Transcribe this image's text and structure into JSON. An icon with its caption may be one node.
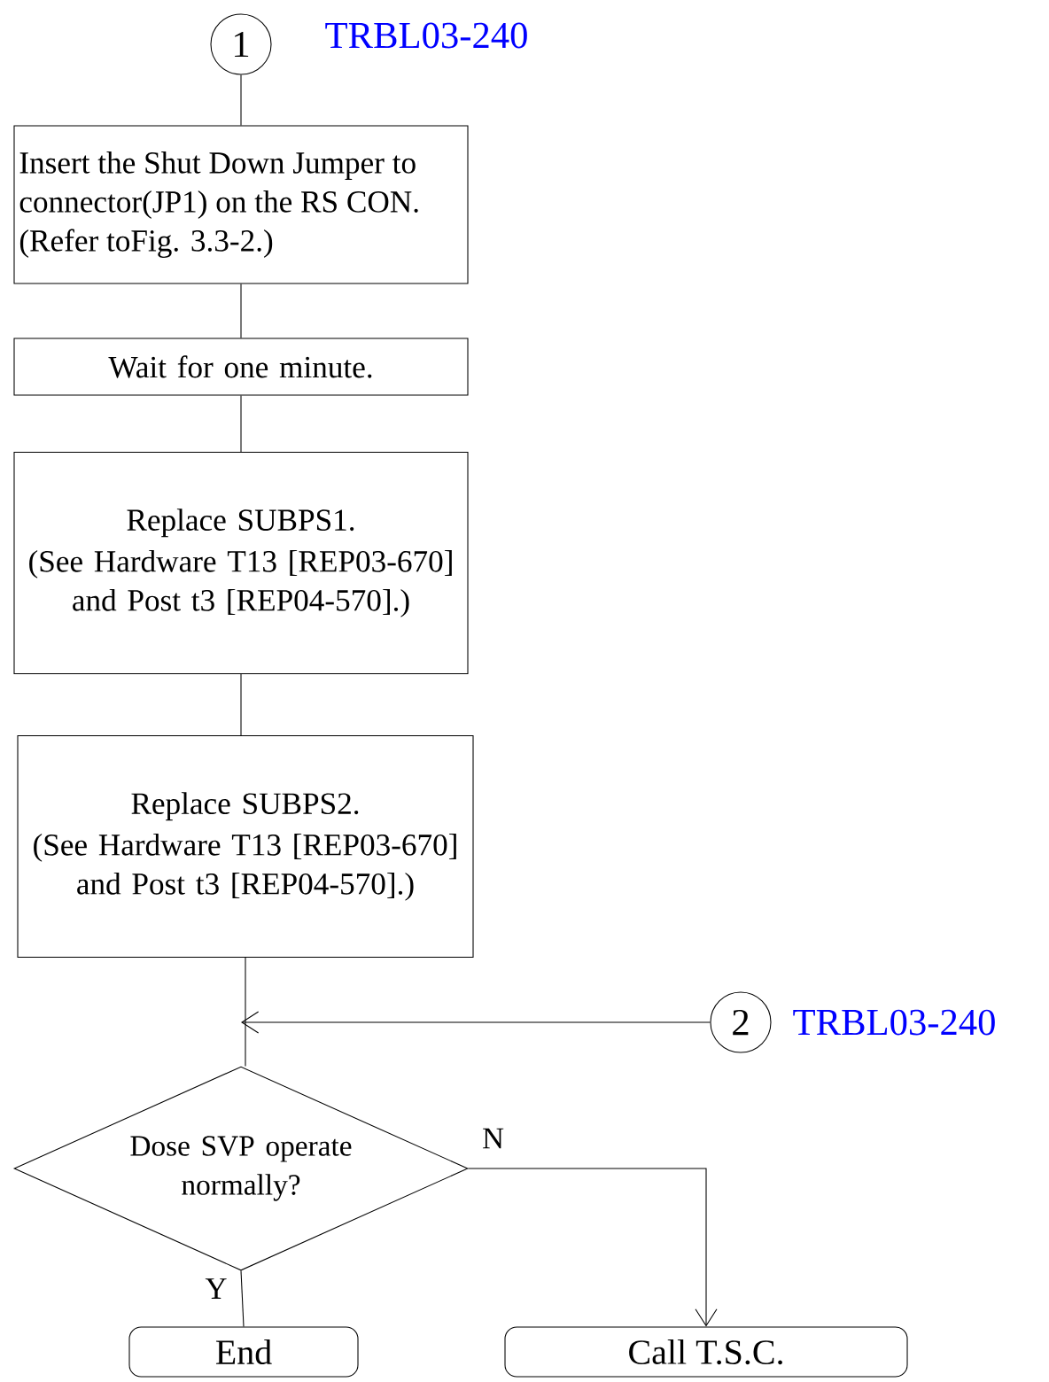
{
  "diagram": {
    "nodes": [
      {
        "text": [
          "1"
        ],
        "beside": [
          "TRBL03-240"
        ]
      },
      {
        "text": [
          "Insert the Shut Down Jumper to connector(JP1) on the RS CON. (Refer toFig. 3.3-2.)"
        ]
      },
      {
        "text": [
          "Wait for one minute."
        ]
      },
      {
        "text": [
          "Replace SUBPS1.",
          "(See Hardware T13 [REP03-670] and Post t3 [REP04-570].)"
        ]
      },
      {
        "text": [
          "Replace SUBPS2.",
          "(See Hardware T13 [REP03-670] and Post t3 [REP04-570].)"
        ]
      },
      {
        "text": [
          "2"
        ],
        "beside": [
          "TRBL03-240"
        ]
      },
      {
        "text": [
          "Dose SVP operate normally?"
        ]
      },
      {
        "text": [
          "End"
        ]
      },
      {
        "text": [
          "Call T.S.C."
        ]
      }
    ],
    "edges": [
      {
        "from": 0,
        "to": 1,
        "arrow": "none"
      },
      {
        "from": 1,
        "to": 2,
        "arrow": "none"
      },
      {
        "from": 2,
        "to": 3,
        "arrow": "none"
      },
      {
        "from": 3,
        "to": 4,
        "arrow": "none"
      },
      {
        "from": 4,
        "to": 6,
        "arrow": "none"
      },
      {
        "from": 5,
        "to": 6,
        "arrow": "to"
      },
      {
        "from": 6,
        "to": 7,
        "arrow": "none",
        "label": "Y"
      },
      {
        "from": 6,
        "to": 8,
        "arrow": "to",
        "label": "N"
      }
    ]
  }
}
